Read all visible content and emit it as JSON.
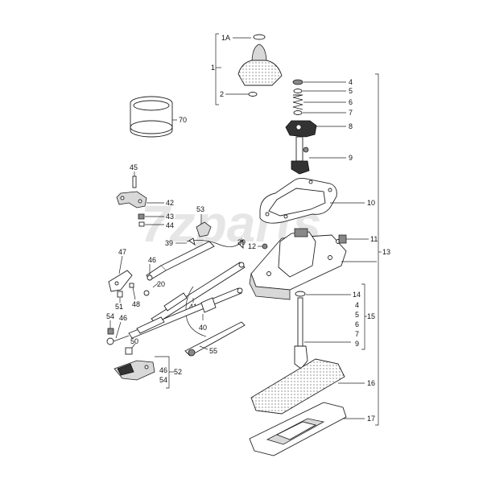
{
  "watermark": "7zparts",
  "labels": {
    "l_1A": "1A",
    "l_1": "1",
    "l_2": "2",
    "l_70": "70",
    "l_4a": "4",
    "l_5a": "5",
    "l_6a": "6",
    "l_7a": "7",
    "l_8": "8",
    "l_9a": "9",
    "l_45": "45",
    "l_42": "42",
    "l_43": "43",
    "l_44": "44",
    "l_53": "53",
    "l_10": "10",
    "l_39a": "39",
    "l_39b": "39",
    "l_12": "12",
    "l_11": "11",
    "l_13": "13",
    "l_47": "47",
    "l_46a": "46",
    "l_20": "20",
    "l_48": "48",
    "l_51": "51",
    "l_41": "41",
    "l_14": "14",
    "l_4b": "4",
    "l_5b": "5",
    "l_6b": "6",
    "l_7b": "7",
    "l_9b": "9",
    "l_15": "15",
    "l_54a": "54",
    "l_46b": "46",
    "l_40": "40",
    "l_55": "55",
    "l_50": "50",
    "l_46c": "46",
    "l_54b": "54",
    "l_52": "52",
    "l_16": "16",
    "l_17": "17"
  }
}
